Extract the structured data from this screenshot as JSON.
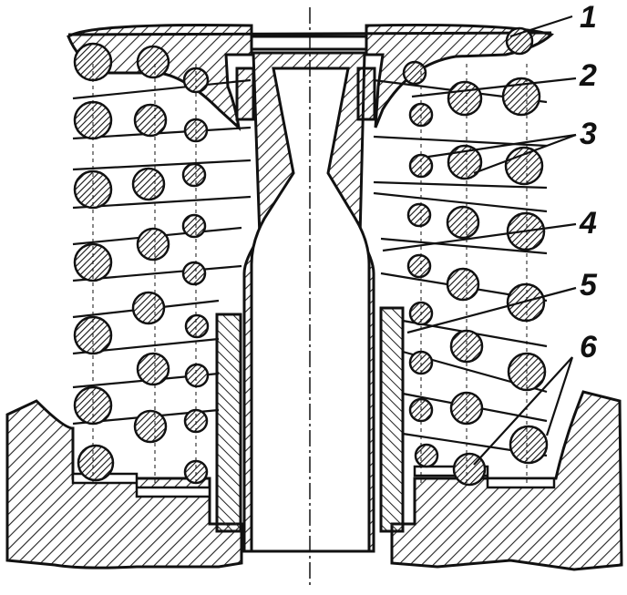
{
  "figure": {
    "callouts": [
      {
        "id": "c1",
        "label": "1"
      },
      {
        "id": "c2",
        "label": "2"
      },
      {
        "id": "c3",
        "label": "3"
      },
      {
        "id": "c4",
        "label": "4"
      },
      {
        "id": "c5",
        "label": "5"
      },
      {
        "id": "c6",
        "label": "6"
      }
    ],
    "style": {
      "ink": "#111111",
      "paper": "#ffffff",
      "hatch": "#222222"
    }
  }
}
